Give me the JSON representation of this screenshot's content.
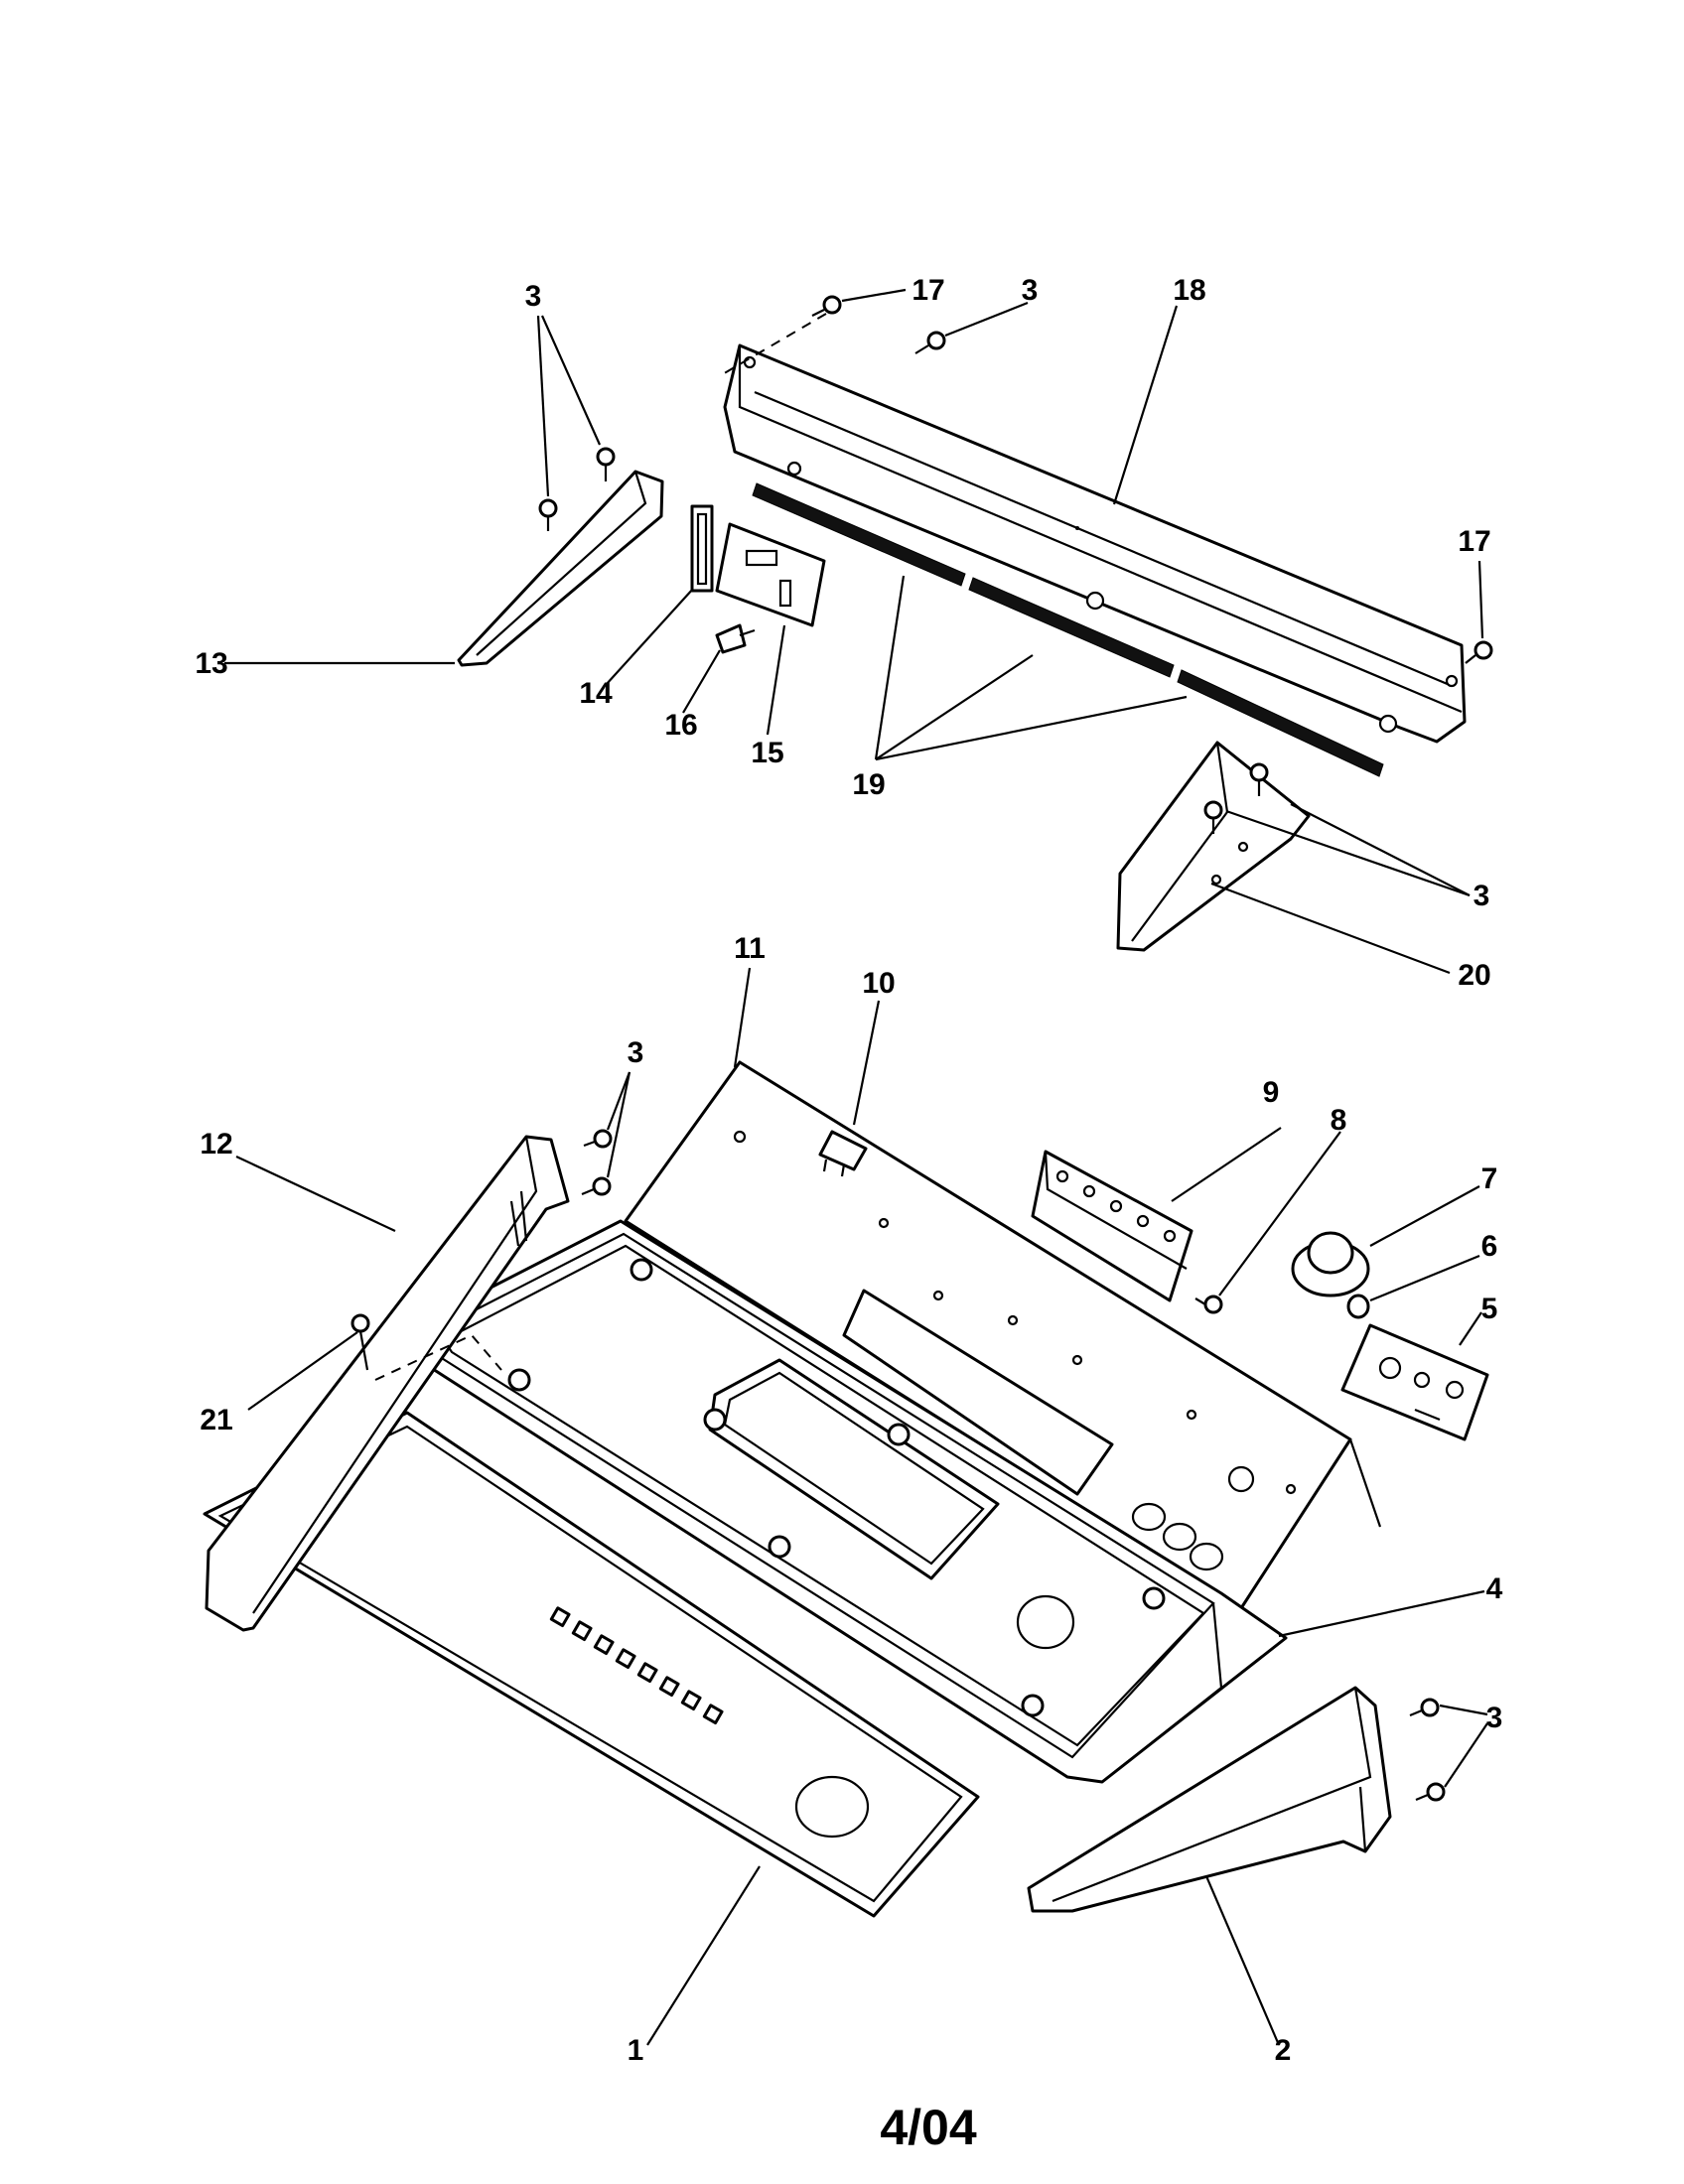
{
  "diagram": {
    "callouts": {
      "c1": "1",
      "c2": "2",
      "c3_topleft": "3",
      "c3_top": "3",
      "c3_right": "3",
      "c3_mid": "3",
      "c3_bottomright": "3",
      "c4": "4",
      "c5": "5",
      "c6": "6",
      "c7": "7",
      "c8": "8",
      "c9": "9",
      "c10": "10",
      "c11": "11",
      "c12": "12",
      "c13": "13",
      "c14": "14",
      "c15": "15",
      "c16": "16",
      "c17_top": "17",
      "c17_right": "17",
      "c18": "18",
      "c19": "19",
      "c20": "20",
      "c21": "21"
    },
    "page_code": "4/04"
  }
}
